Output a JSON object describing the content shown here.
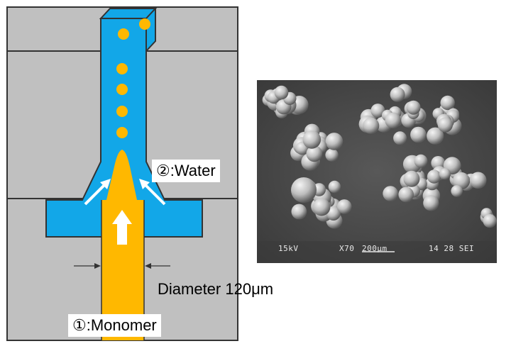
{
  "labels": {
    "water": "②:Water",
    "diameter": "Diameter 120μm",
    "monomer": "①:Monomer"
  },
  "sem_caption": {
    "voltage": "15kV",
    "magnification": "X70",
    "scale_bar": "200μm",
    "code": "14 28 SEI"
  },
  "colors": {
    "background_block": "#c0c0c0",
    "water_channel": "#12a7e8",
    "monomer": "#ffb800",
    "outline": "#333333",
    "arrow": "#ffffff",
    "sem_background": "#4a4a4a"
  },
  "icons": {
    "flow_arrow": "up-arrow-icon",
    "dimension_arrow": "dimension-arrow-icon"
  }
}
